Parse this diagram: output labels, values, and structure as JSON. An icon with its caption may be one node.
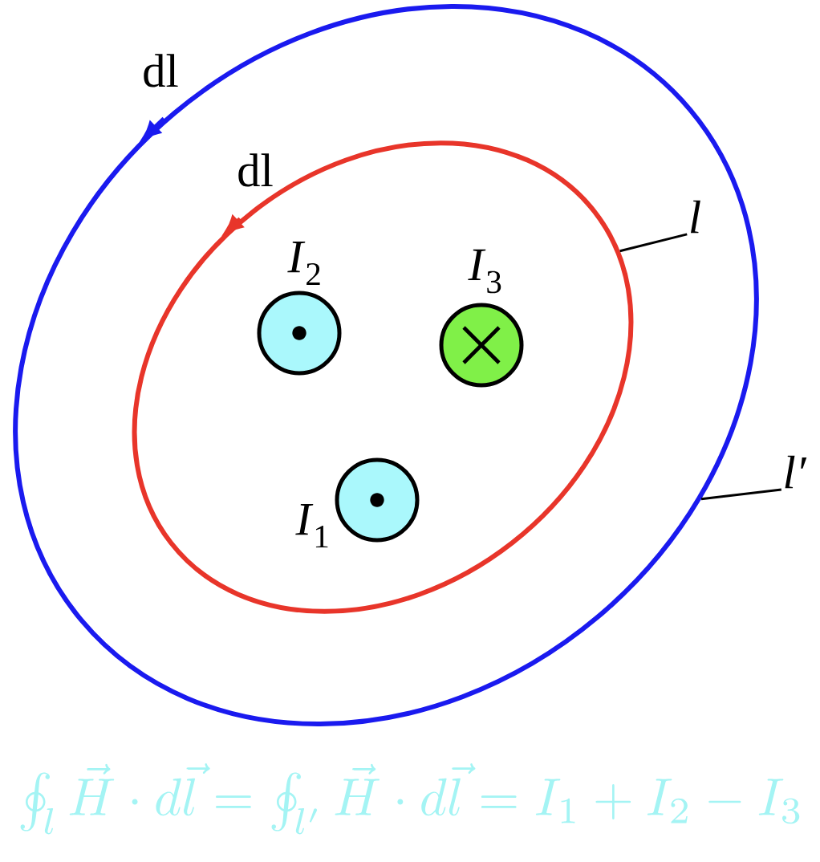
{
  "diagram": {
    "nodes": [
      {
        "text": [],
        "shape": "ellipse",
        "beside": [
          "dl"
        ]
      },
      {
        "text": [],
        "shape": "ellipse",
        "in": 0,
        "beside": [
          "dl"
        ]
      },
      {
        "text": [],
        "shape": "circle",
        "in": 1,
        "beside": [
          "*I*$_{2}$"
        ]
      },
      {
        "text": [],
        "shape": "circle",
        "in": 1,
        "beside": [
          "*I*$_{3}$"
        ]
      },
      {
        "text": [],
        "shape": "circle",
        "in": 1,
        "beside": [
          "*I*$_{1}$"
        ]
      },
      {
        "text": [
          "l"
        ],
        "in": 0
      },
      {
        "text": [
          "l′"
        ]
      }
    ],
    "edges": [
      {
        "from": 5,
        "to": 1,
        "arrow": "none"
      },
      {
        "from": 6,
        "to": 0,
        "arrow": "none"
      }
    ],
    "labels": [
      "\\oint_{l}\\vec{H}\\cdot d\\vec{l}=\\oint_{l'}\\vec{H}\\cdot d\\vec{l}=I_{1}+I_{2}-I_{3}"
    ]
  }
}
